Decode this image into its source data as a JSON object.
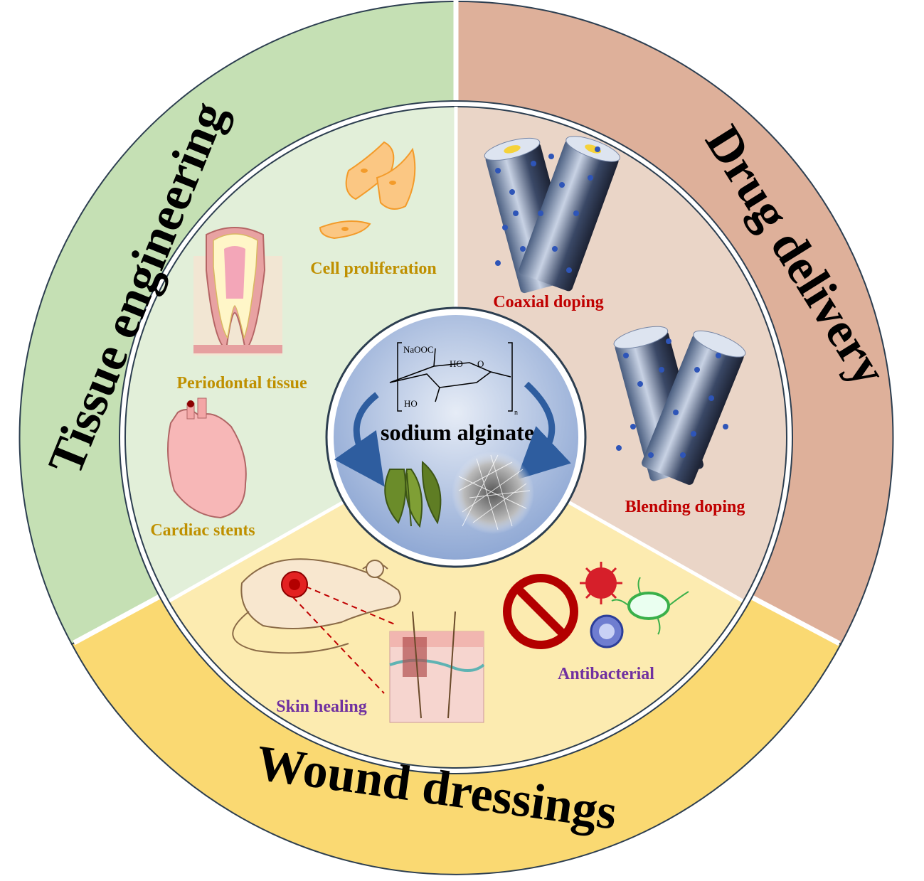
{
  "center": {
    "title": "sodium alginate",
    "formula": {
      "group_top": "NaOOC",
      "group_ring": "HO",
      "ring_oxygen": "O",
      "group_bottom": "HO",
      "subscript": "n"
    }
  },
  "sections": {
    "tissue": {
      "title": "Tissue engineering",
      "color_outer": "#c5e0b4",
      "color_inner": "#e2efd9",
      "labels": {
        "cell": "Cell proliferation",
        "periodontal": "Periodontal tissue",
        "cardiac": "Cardiac stents"
      },
      "label_color": "#bf9000"
    },
    "drug": {
      "title": "Drug delivery",
      "color_outer": "#deb09a",
      "color_inner": "#ead5c7",
      "labels": {
        "coaxial": "Coaxial doping",
        "blending": "Blending doping"
      },
      "label_color": "#c00000"
    },
    "wound": {
      "title": "Wound dressings",
      "color_outer": "#fad972",
      "color_inner": "#fcebb0",
      "labels": {
        "skin": "Skin  healing",
        "antibacterial": "Antibacterial"
      },
      "label_color": "#7030a0"
    }
  }
}
